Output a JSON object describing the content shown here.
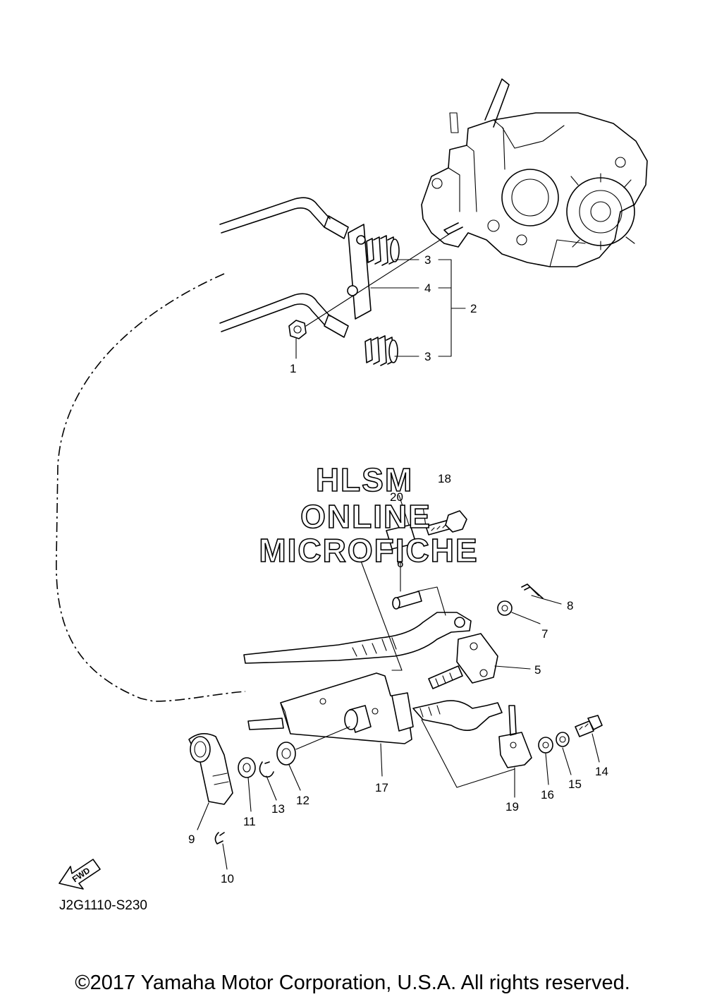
{
  "diagram": {
    "callouts": [
      "1",
      "2",
      "3",
      "3",
      "4",
      "5",
      "6",
      "7",
      "8",
      "9",
      "10",
      "11",
      "12",
      "13",
      "14",
      "15",
      "16",
      "17",
      "18",
      "19",
      "20"
    ],
    "watermark": [
      "HLSM",
      "ONLINE",
      "MICROFICHE"
    ],
    "fwd_label": "FWD",
    "diagram_code": "J2G1110-S230"
  },
  "footer": {
    "copyright": "©2017 Yamaha Motor Corporation, U.S.A. All rights reserved."
  }
}
